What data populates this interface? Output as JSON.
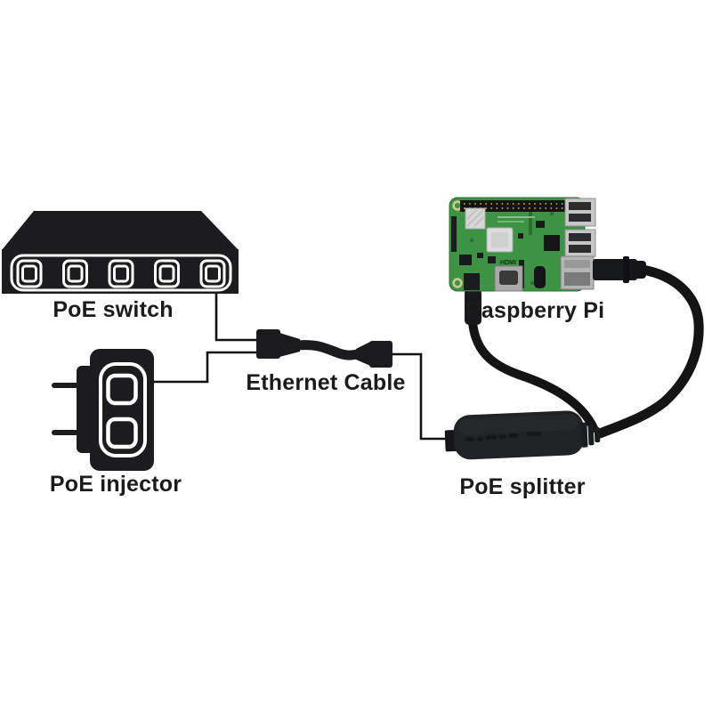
{
  "page": {
    "background": "#ffffff",
    "kind": "PoE network wiring diagram"
  },
  "diagram": {
    "nodes": [
      {
        "id": "poe-switch",
        "label": "PoE switch",
        "ports_visible": 5
      },
      {
        "id": "poe-injector",
        "label": "PoE injector",
        "ports_visible": 2,
        "plug_prongs": 2
      },
      {
        "id": "ethernet-cable",
        "label": "Ethernet Cable"
      },
      {
        "id": "raspberry-pi",
        "label": "Raspberry Pi",
        "board_text": "HDMI"
      },
      {
        "id": "poe-splitter",
        "label": "PoE splitter"
      }
    ],
    "connections": [
      {
        "from": "poe-switch",
        "to": "ethernet-cable",
        "style": "thin-black-line"
      },
      {
        "from": "poe-injector",
        "to": "ethernet-cable",
        "style": "thin-black-line"
      },
      {
        "from": "ethernet-cable",
        "to": "poe-splitter",
        "style": "thin-black-line"
      },
      {
        "from": "poe-splitter",
        "to": "raspberry-pi",
        "style": "ethernet-patch-cable"
      },
      {
        "from": "poe-splitter",
        "to": "raspberry-pi",
        "style": "micro-usb-power-cable"
      }
    ],
    "colors": {
      "device_black": "#1c1c1e",
      "splitter_black": "#202225",
      "connection_line": "#111111",
      "label_text": "#1b1b1b",
      "pcb_green": "#3e9243",
      "port_silver": "#c6c6c6",
      "background": "#ffffff"
    }
  }
}
